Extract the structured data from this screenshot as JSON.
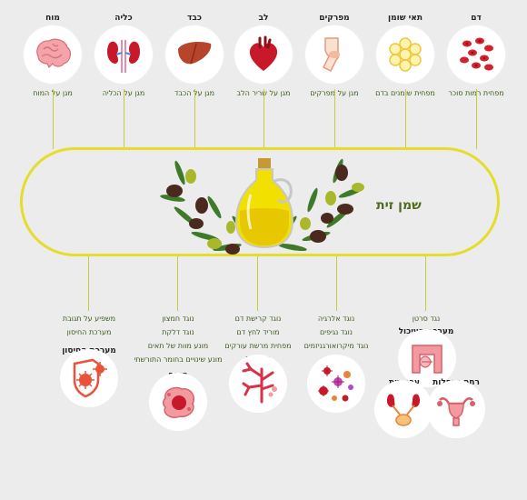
{
  "center": {
    "title": "שמן זית"
  },
  "top_organs": [
    {
      "title": "דם",
      "desc": "מפחית רמות סוכר",
      "icon": "blood-cells-icon"
    },
    {
      "title": "תאי שומן",
      "desc": "מפחית שומנים בדם",
      "icon": "fat-cells-icon"
    },
    {
      "title": "מפרקים",
      "desc": "מגן על מפרקים",
      "icon": "joint-icon"
    },
    {
      "title": "לב",
      "desc": "מגן על שריר הלב",
      "icon": "heart-icon"
    },
    {
      "title": "כבד",
      "desc": "מגן על הכבד",
      "icon": "liver-icon"
    },
    {
      "title": "כליה",
      "desc": "מגן על הכליה",
      "icon": "kidney-icon"
    },
    {
      "title": "מוח",
      "desc": "מגן על המוח",
      "icon": "brain-icon"
    }
  ],
  "bottom_groups": {
    "immune": {
      "lines": [
        "משפיע על תגובת",
        "מערכת החיסון"
      ],
      "title": "מערכת החיסון",
      "icon": "immune-shield-icon"
    },
    "cells": {
      "lines": [
        "נוגד חמצון",
        "נוגד דלקת",
        "מונע מוות של תאים",
        "מונע שינויים בחומר התורשתי"
      ],
      "title": "תאים",
      "icon": "cell-icon"
    },
    "vessels": {
      "lines": [
        "נוגד קרישת דם",
        "מוריד לחץ דם",
        "מפחית מרשת עורקים"
      ],
      "title": "כלי דם",
      "icon": "blood-vessels-icon"
    },
    "microbes": {
      "lines": [
        "נוגד אלרגיה",
        "נוגד נגיפים",
        "נוגד מיקרואורגניזמים"
      ],
      "icon": "microorganisms-icon"
    },
    "digestive": {
      "lines": [
        "נגד סרטן"
      ],
      "title": "מערכת העיכול",
      "icon": "intestine-icon"
    },
    "urinary": {
      "title": "ערמונית",
      "icon": "prostate-icon"
    },
    "uterus": {
      "title": "רחם ושחלות",
      "icon": "uterus-icon"
    }
  },
  "colors": {
    "outline": "#e5dd2b",
    "text_green": "#3a5a1a",
    "title_green": "#4d6b1e"
  }
}
